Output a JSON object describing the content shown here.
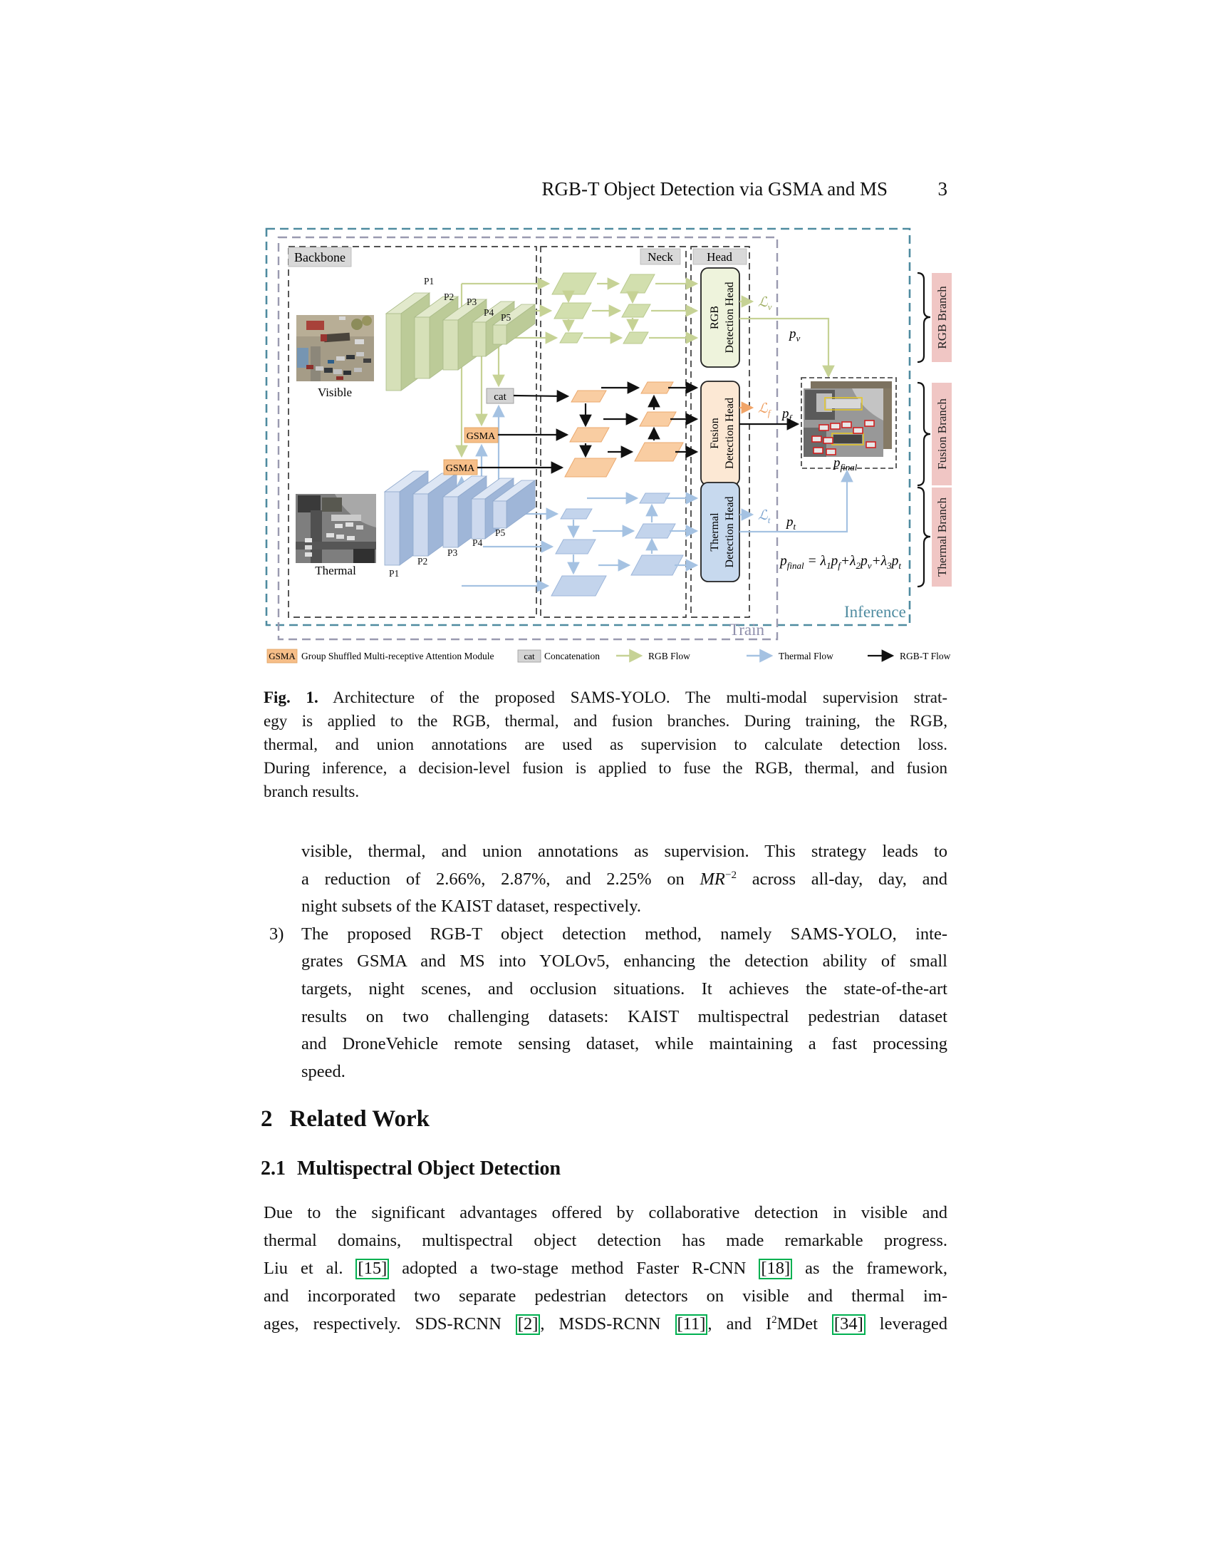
{
  "header": {
    "title": "RGB-T Object Detection via GSMA and MS",
    "page": "3"
  },
  "fig": {
    "backbone": "Backbone",
    "neck": "Neck",
    "head": "Head",
    "visible": "Visible",
    "thermal": "Thermal",
    "pyramid": [
      "P1",
      "P2",
      "P3",
      "P4",
      "P5"
    ],
    "gsma": "GSMA",
    "cat": "cat",
    "head_rgb": {
      "l1": "RGB",
      "l2": "Detection Head"
    },
    "head_fusion": {
      "l1": "Fusion",
      "l2": "Detection Head"
    },
    "head_thermal": {
      "l1": "Thermal",
      "l2": "Detection Head"
    },
    "loss_v": {
      "l": "ℒ",
      "s": "v"
    },
    "loss_f": {
      "l": "ℒ",
      "s": "f"
    },
    "loss_t": {
      "l": "ℒ",
      "s": "t"
    },
    "pv": {
      "b": "p",
      "s": "v"
    },
    "pf": {
      "b": "p",
      "s": "f"
    },
    "pt": {
      "b": "p",
      "s": "t"
    },
    "pfinal": {
      "b": "p",
      "s": "final"
    },
    "formula": {
      "t1": "p",
      "t2": "final",
      "t3": " = λ",
      "t4": "1",
      "t5": "p",
      "t6": "f",
      "t7": "+λ",
      "t8": "2",
      "t9": "p",
      "t10": "v",
      "t11": "+λ",
      "t12": "3",
      "t13": "p",
      "t14": "t"
    },
    "inference": "Inference",
    "train": "Train",
    "branch_rgb": "RGB Branch",
    "branch_fusion": "Fusion Branch",
    "branch_thermal": "Thermal Branch",
    "legend": {
      "gsma_text": "Group Shuffled Multi-receptive Attention Module",
      "cat_text": "Concatenation",
      "rgb_flow": "RGB Flow",
      "thermal_flow": "Thermal Flow",
      "rgbt_flow": "RGB-T Flow"
    },
    "colors": {
      "rgb_flow": "#c6d295",
      "thermal_flow": "#a5c2e2",
      "rgbt_flow": "#111111",
      "fusion_orange": "#f6be88",
      "branch_pink": "#f0c6c4",
      "inference_teal": "#4e8ba0",
      "train_gray": "#9a9ab0",
      "cite_green": "#00b050"
    }
  },
  "caption": {
    "lines": [
      {
        "segs": [
          {
            "b": "Fig. 1."
          },
          {
            "t": " Architecture of the proposed SAMS-YOLO. The multi-modal supervision strat-"
          }
        ]
      },
      {
        "segs": [
          {
            "t": "egy is applied to the RGB, thermal, and fusion branches. During training, the RGB,"
          }
        ]
      },
      {
        "segs": [
          {
            "t": "thermal, and union annotations are used as supervision to calculate detection loss."
          }
        ]
      },
      {
        "segs": [
          {
            "t": "During inference, a decision-level fusion is applied to fuse the RGB, thermal, and fusion"
          }
        ]
      },
      {
        "segs": [
          {
            "t": "branch results."
          }
        ],
        "end": true
      }
    ]
  },
  "body": {
    "cont": {
      "lines": [
        {
          "segs": [
            {
              "t": "visible, thermal, and union annotations as supervision. This strategy leads to"
            }
          ]
        },
        {
          "segs": [
            {
              "t": "a reduction of 2.66%, 2.87%, and 2.25% on "
            },
            {
              "base": "MR",
              "sup": "−2",
              "it": true
            },
            {
              "t": " across all-day, day, and"
            }
          ]
        },
        {
          "segs": [
            {
              "t": "night subsets of the KAIST dataset, respectively."
            }
          ],
          "end": true
        }
      ]
    },
    "item3": {
      "marker": "3)",
      "lines": [
        {
          "segs": [
            {
              "t": "The proposed RGB-T object detection method, namely SAMS-YOLO, inte-"
            }
          ]
        },
        {
          "segs": [
            {
              "t": "grates GSMA and MS into YOLOv5, enhancing the detection ability of small"
            }
          ]
        },
        {
          "segs": [
            {
              "t": "targets, night scenes, and occlusion situations. It achieves the state-of-the-art"
            }
          ]
        },
        {
          "segs": [
            {
              "t": "results on two challenging datasets: KAIST multispectral pedestrian dataset"
            }
          ]
        },
        {
          "segs": [
            {
              "t": "and DroneVehicle remote sensing dataset, while maintaining a fast processing"
            }
          ]
        },
        {
          "segs": [
            {
              "t": "speed."
            }
          ],
          "end": true
        }
      ]
    },
    "para": {
      "lines": [
        {
          "segs": [
            {
              "t": "Due to the significant advantages offered by collaborative detection in visible and"
            }
          ]
        },
        {
          "segs": [
            {
              "t": "thermal domains, multispectral object detection has made remarkable progress."
            }
          ]
        },
        {
          "segs": [
            {
              "t": "Liu et al. "
            },
            {
              "cite": "[15]"
            },
            {
              "t": " adopted a two-stage method Faster R-CNN "
            },
            {
              "cite": "[18]"
            },
            {
              "t": " as the framework,"
            }
          ]
        },
        {
          "segs": [
            {
              "t": "and incorporated two separate pedestrian detectors on visible and thermal im-"
            }
          ]
        },
        {
          "segs": [
            {
              "t": "ages, respectively. SDS-RCNN "
            },
            {
              "cite": "[2]"
            },
            {
              "t": ", MSDS-RCNN "
            },
            {
              "cite": "[11]"
            },
            {
              "t": ", and "
            },
            {
              "base": "I",
              "sup": "2",
              "it": false
            },
            {
              "t": "MDet "
            },
            {
              "cite": "[34]"
            },
            {
              "t": " leveraged"
            }
          ]
        }
      ]
    }
  },
  "sections": {
    "s2": {
      "number": "2",
      "title": "Related Work"
    },
    "s21": {
      "number": "2.1",
      "title": "Multispectral Object Detection"
    }
  }
}
